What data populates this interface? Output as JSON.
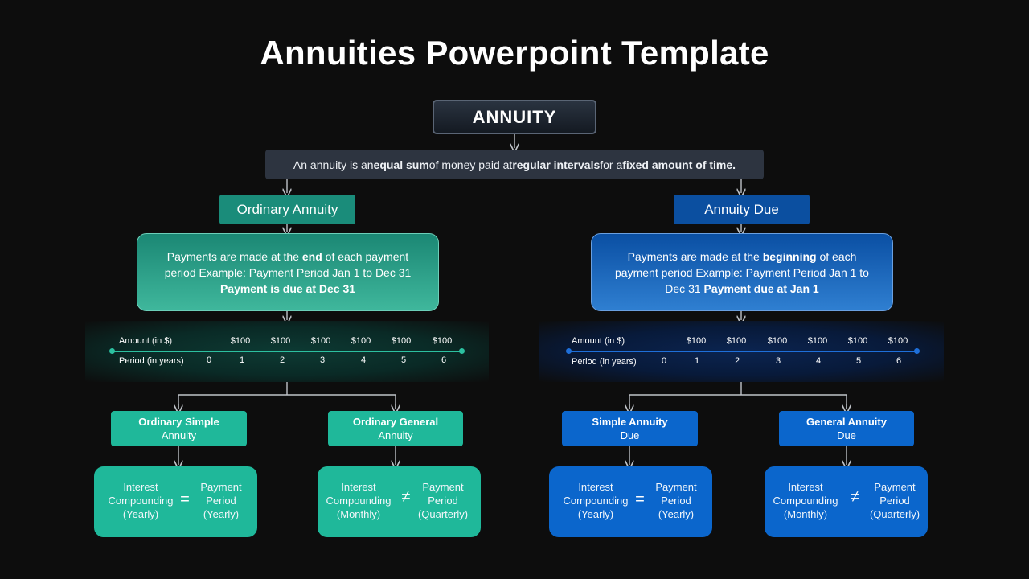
{
  "title": "Annuities Powerpoint Template",
  "root": "ANNUITY",
  "definition": {
    "p1": "An annuity is an ",
    "b1": "equal sum",
    "p2": " of money paid at ",
    "b2": "regular intervals",
    "p3": " for a ",
    "b3": "fixed amount of time."
  },
  "left": {
    "heading": "Ordinary Annuity",
    "desc_pre": "Payments are made at the ",
    "desc_bold": "end",
    "desc_mid": " of each payment period Example: Payment Period Jan 1 to Dec 31 ",
    "desc_bold2": "Payment is due at Dec 31",
    "timeline": {
      "amount_label": "Amount (in $)",
      "period_label": "Period (in years)",
      "amounts": [
        "$100",
        "$100",
        "$100",
        "$100",
        "$100",
        "$100"
      ],
      "periods": [
        "0",
        "1",
        "2",
        "3",
        "4",
        "5",
        "6"
      ]
    },
    "subs": [
      {
        "line1": "Ordinary Simple",
        "line2": "Annuity",
        "left": [
          "Interest",
          "Compounding",
          "(Yearly)"
        ],
        "op": "=",
        "right": [
          "Payment",
          "Period",
          "(Yearly)"
        ]
      },
      {
        "line1": "Ordinary General",
        "line2": "Annuity",
        "left": [
          "Interest",
          "Compounding",
          "(Monthly)"
        ],
        "op": "≠",
        "right": [
          "Payment",
          "Period",
          "(Quarterly)"
        ]
      }
    ]
  },
  "right": {
    "heading": "Annuity Due",
    "desc_pre": "Payments are made at the ",
    "desc_bold": "beginning",
    "desc_mid": " of each payment period Example: Payment Period Jan 1 to Dec 31 ",
    "desc_bold2": "Payment due at Jan 1",
    "timeline": {
      "amount_label": "Amount (in $)",
      "period_label": "Period (in years)",
      "amounts": [
        "$100",
        "$100",
        "$100",
        "$100",
        "$100",
        "$100"
      ],
      "periods": [
        "0",
        "1",
        "2",
        "3",
        "4",
        "5",
        "6"
      ]
    },
    "subs": [
      {
        "line1": "Simple Annuity",
        "line2": "Due",
        "left": [
          "Interest",
          "Compounding",
          "(Yearly)"
        ],
        "op": "=",
        "right": [
          "Payment",
          "Period",
          "(Yearly)"
        ]
      },
      {
        "line1": "General Annuity",
        "line2": "Due",
        "left": [
          "Interest",
          "Compounding",
          "(Monthly)"
        ],
        "op": "≠",
        "right": [
          "Payment",
          "Period",
          "(Quarterly)"
        ]
      }
    ]
  },
  "colors": {
    "green_accent": "#1fb89a",
    "blue_accent": "#0b66cc",
    "connector": "#bfc3c8"
  }
}
